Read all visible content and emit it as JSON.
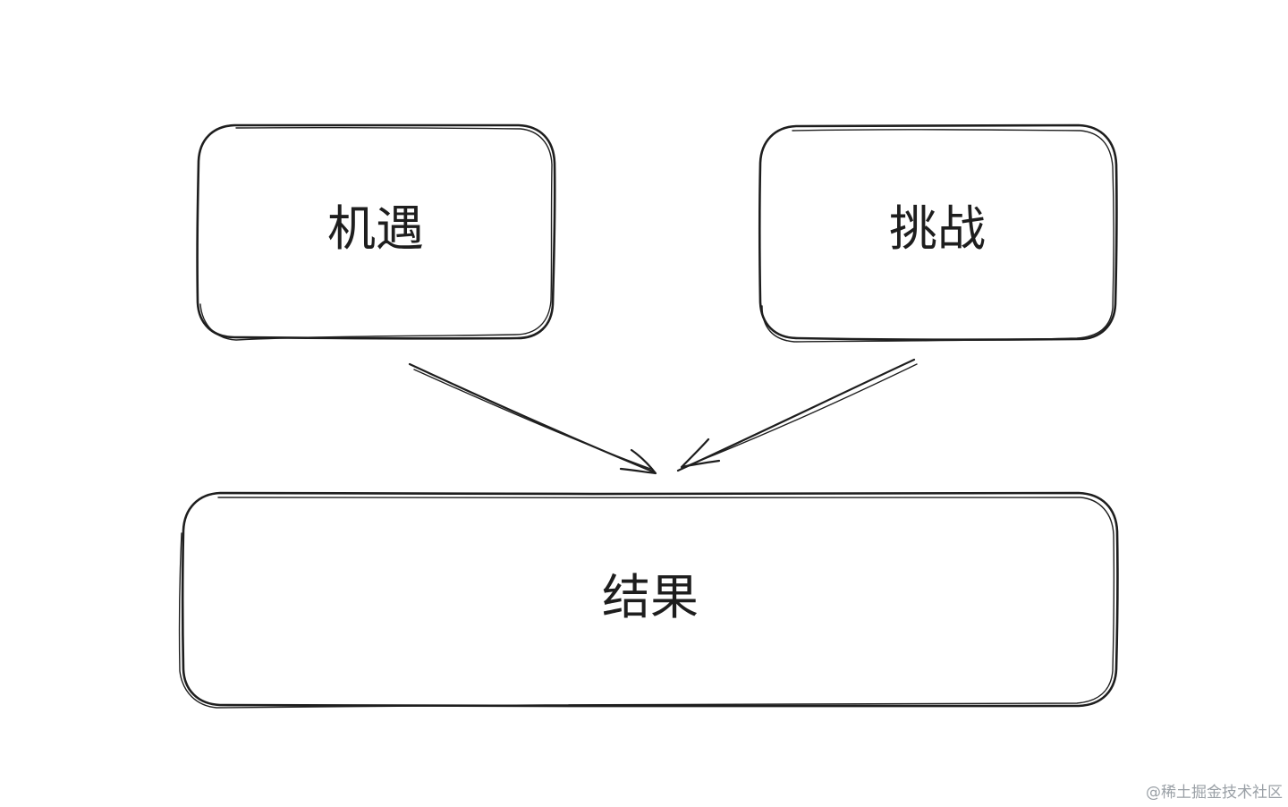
{
  "diagram": {
    "nodes": [
      {
        "id": "opportunity",
        "label": "机遇"
      },
      {
        "id": "challenge",
        "label": "挑战"
      },
      {
        "id": "result",
        "label": "结果"
      }
    ],
    "edges": [
      {
        "from": "opportunity",
        "to": "result"
      },
      {
        "from": "challenge",
        "to": "result"
      }
    ],
    "stroke_color": "#1e1e1e",
    "background": "#ffffff"
  },
  "watermark": "@稀土掘金技术社区"
}
